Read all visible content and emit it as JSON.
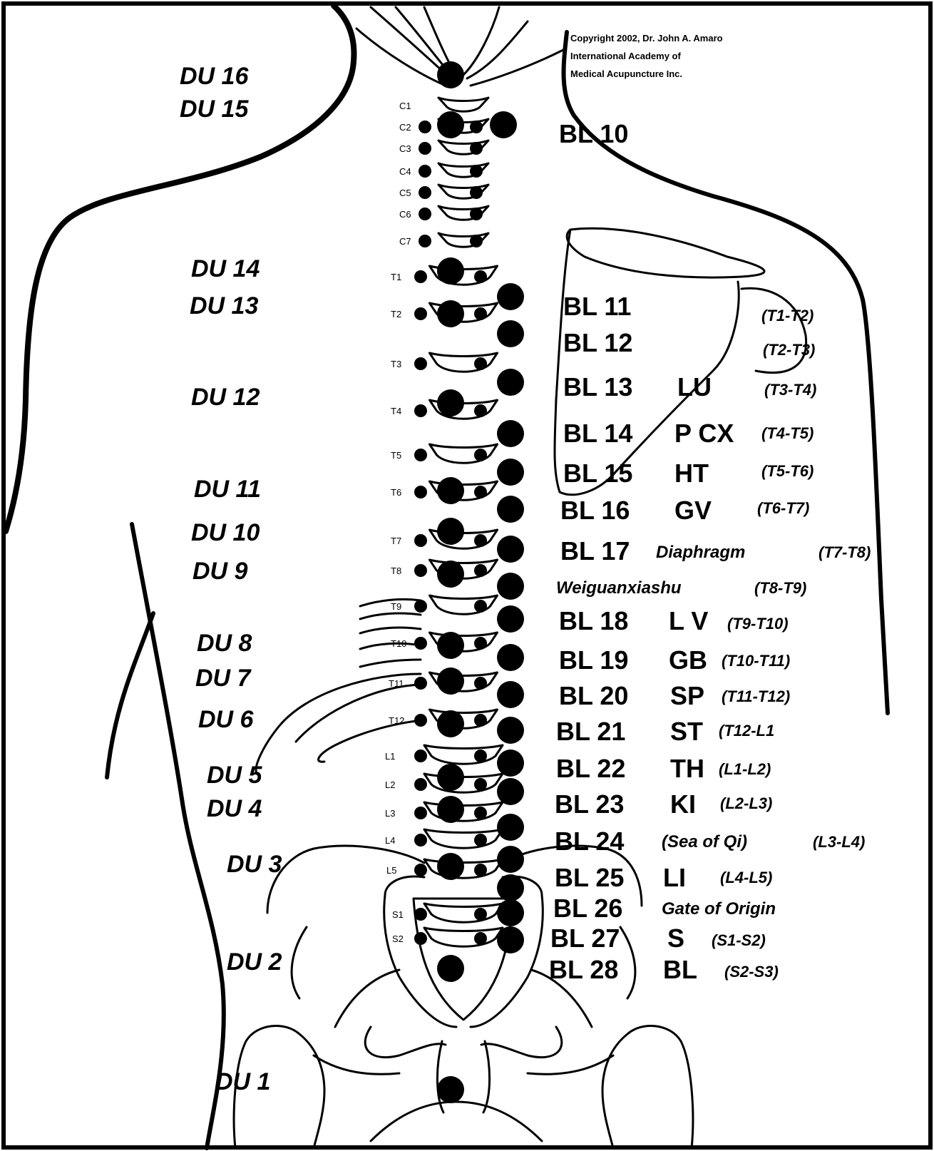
{
  "copyright": [
    "Copyright 2002, Dr. John A. Amaro",
    "International Academy of",
    "Medical Acupuncture Inc."
  ],
  "du_points": [
    "DU 16",
    "DU 15",
    "DU 14",
    "DU 13",
    "DU 12",
    "DU 11",
    "DU 10",
    "DU 9",
    "DU 8",
    "DU 7",
    "DU 6",
    "DU 5",
    "DU 4",
    "DU 3",
    "DU 2",
    "DU 1"
  ],
  "bl10": "BL 10",
  "bl_points": [
    {
      "point": "BL 11",
      "organ": "",
      "range": "(T1-T2)"
    },
    {
      "point": "BL 12",
      "organ": "",
      "range": "(T2-T3)"
    },
    {
      "point": "BL 13",
      "organ": "LU",
      "range": "(T3-T4)"
    },
    {
      "point": "BL 14",
      "organ": "P CX",
      "range": "(T4-T5)"
    },
    {
      "point": "BL 15",
      "organ": "HT",
      "range": "(T5-T6)"
    },
    {
      "point": "BL 16",
      "organ": "GV",
      "range": "(T6-T7)"
    },
    {
      "point": "BL 17",
      "organ": "Diaphragm",
      "range": "(T7-T8)"
    },
    {
      "point": "",
      "organ": "Weiguanxiashu",
      "range": "(T8-T9)"
    },
    {
      "point": "BL 18",
      "organ": "L V",
      "range": "(T9-T10)"
    },
    {
      "point": "BL 19",
      "organ": "GB",
      "range": "(T10-T11)"
    },
    {
      "point": "BL 20",
      "organ": "SP",
      "range": "(T11-T12)"
    },
    {
      "point": "BL 21",
      "organ": "ST",
      "range": "(T12-L1"
    },
    {
      "point": "BL 22",
      "organ": "TH",
      "range": "(L1-L2)"
    },
    {
      "point": "BL 23",
      "organ": "KI",
      "range": "(L2-L3)"
    },
    {
      "point": "BL 24",
      "organ": "(Sea of Qi)",
      "range": "(L3-L4)"
    },
    {
      "point": "BL 25",
      "organ": "LI",
      "range": "(L4-L5)"
    },
    {
      "point": "BL 26",
      "organ": "Gate of Origin",
      "range": ""
    },
    {
      "point": "BL 27",
      "organ": "S",
      "range": "(S1-S2)"
    },
    {
      "point": "BL 28",
      "organ": "BL",
      "range": "(S2-S3)"
    }
  ],
  "vertebrae": [
    "C1",
    "C2",
    "C3",
    "C4",
    "C5",
    "C6",
    "C7",
    "T1",
    "T2",
    "T3",
    "T4",
    "T5",
    "T6",
    "T7",
    "T8",
    "T9",
    "T10",
    "T11",
    "T12",
    "L1",
    "L2",
    "L3",
    "L4",
    "L5",
    "S1",
    "S2"
  ]
}
